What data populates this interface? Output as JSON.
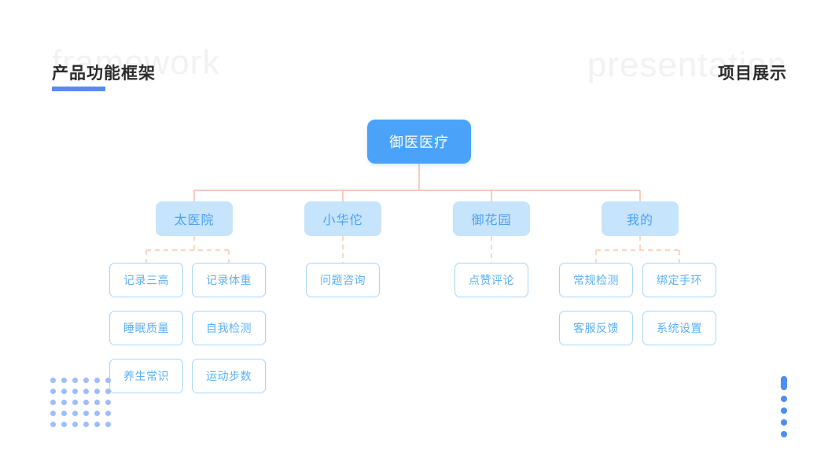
{
  "header": {
    "title": "产品功能框架",
    "subtitle": "项目展示",
    "watermark_left": "framework",
    "watermark_right": "presentation",
    "accent_color": "#5a8cf0"
  },
  "colors": {
    "root_fill": "#4aa3f8",
    "root_text": "#ffffff",
    "level2_fill": "#c6e4fb",
    "level2_text": "#4aa3f8",
    "leaf_border": "#a8d6f8",
    "leaf_text": "#5cb0f7",
    "connector_solid": "#f5b9a0",
    "connector_dashed": "#f7c4ad",
    "dot_grid": "#9dbdfb",
    "right_deco": "#4d8df5"
  },
  "diagram": {
    "root": {
      "label": "御医医疗"
    },
    "branches": [
      {
        "label": "太医院",
        "children": [
          {
            "label": "记录三高"
          },
          {
            "label": "记录体重"
          },
          {
            "label": "睡眠质量"
          },
          {
            "label": "自我检测"
          },
          {
            "label": "养生常识"
          },
          {
            "label": "运动步数"
          }
        ]
      },
      {
        "label": "小华佗",
        "children": [
          {
            "label": "问题咨询"
          }
        ]
      },
      {
        "label": "御花园",
        "children": [
          {
            "label": "点赞评论"
          }
        ]
      },
      {
        "label": "我的",
        "children": [
          {
            "label": "常规检测"
          },
          {
            "label": "绑定手环"
          },
          {
            "label": "客服反馈"
          },
          {
            "label": "系统设置"
          }
        ]
      }
    ]
  }
}
